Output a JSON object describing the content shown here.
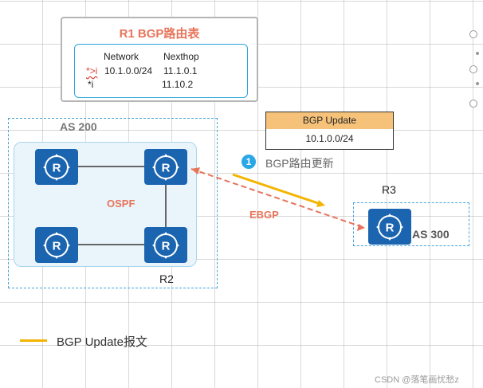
{
  "routing_table": {
    "title": "R1 BGP路由表",
    "header": {
      "network": "Network",
      "nexthop": "Nexthop"
    },
    "rows": [
      {
        "flag": "*>i",
        "network": "10.1.0.0/24",
        "nexthop": "11.1.0.1"
      },
      {
        "flag": "*i",
        "network": "",
        "nexthop": "11.10.2"
      }
    ]
  },
  "topology": {
    "as200_label": "AS 200",
    "ospf_label": "OSPF",
    "r2_label": "R2",
    "r3_label": "R3",
    "as300_label": "AS 300",
    "ebgp_label": "EBGP"
  },
  "update_box": {
    "header": "BGP Update",
    "prefix": "10.1.0.0/24"
  },
  "step": {
    "number": "1",
    "label": "BGP路由更新"
  },
  "legend": {
    "label": "BGP Update报文"
  },
  "watermark": "CSDN @落笔画忧愁z",
  "colors": {
    "router": "#1b64b0",
    "accent_orange": "#e8745a",
    "update_arrow": "#f4b400",
    "as_border": "#4aa3d8"
  },
  "icons": [
    "router-icon",
    "arrow-icon"
  ]
}
